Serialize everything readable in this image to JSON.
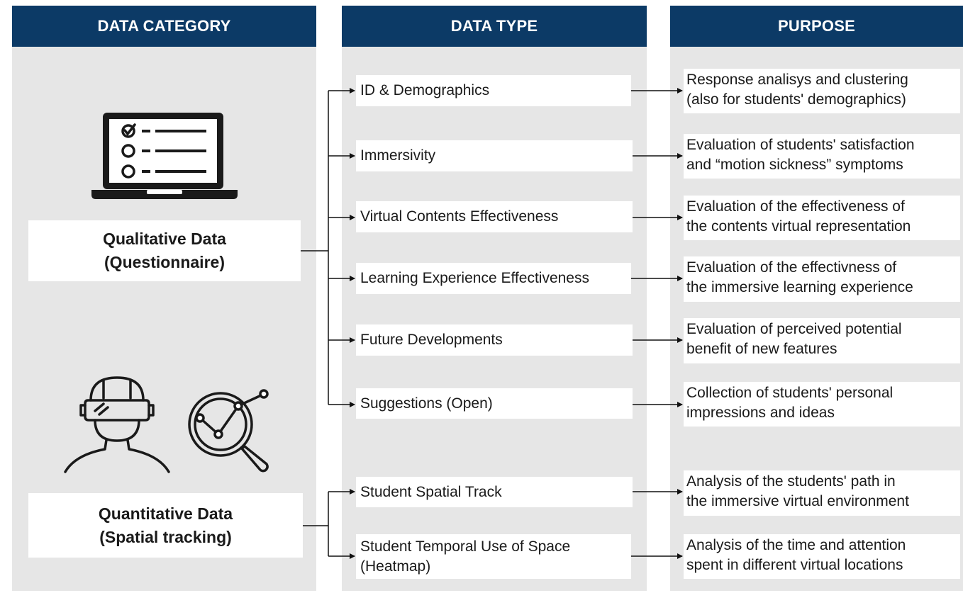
{
  "headers": {
    "category": "DATA CATEGORY",
    "type": "DATA TYPE",
    "purpose": "PURPOSE"
  },
  "categories": [
    {
      "line1": "Qualitative Data",
      "line2": "(Questionnaire)",
      "icon": "laptop-questionnaire-icon"
    },
    {
      "line1": "Quantitative Data",
      "line2": "(Spatial tracking)",
      "icons": [
        "vr-headset-user-icon",
        "magnifier-chart-icon"
      ]
    }
  ],
  "rows": [
    {
      "type": "ID & Demographics",
      "purpose": [
        "Response analisys and clustering",
        "(also for students' demographics)"
      ]
    },
    {
      "type": "Immersivity",
      "purpose": [
        "Evaluation of students' satisfaction",
        "and “motion sickness” symptoms"
      ]
    },
    {
      "type": "Virtual Contents Effectiveness",
      "purpose": [
        "Evaluation of the effectiveness of",
        "the contents virtual representation"
      ]
    },
    {
      "type": "Learning Experience Effectiveness",
      "purpose": [
        "Evaluation of the effectivness of",
        "the immersive learning experience"
      ]
    },
    {
      "type": "Future Developments",
      "purpose": [
        "Evaluation of perceived potential",
        "benefit of new features"
      ]
    },
    {
      "type": "Suggestions (Open)",
      "purpose": [
        "Collection of students' personal",
        "impressions and ideas"
      ]
    },
    {
      "type": "Student Spatial Track",
      "purpose": [
        "Analysis of the students' path in",
        "the immersive virtual environment"
      ]
    },
    {
      "type": [
        "Student Temporal Use of Space",
        "(Heatmap)"
      ],
      "purpose": [
        "Analysis of the time and attention",
        "spent in different virtual locations"
      ]
    }
  ],
  "colors": {
    "header_bg": "#0c3a66",
    "column_bg": "#e6e6e6",
    "box_bg": "#ffffff",
    "line": "#111111"
  }
}
